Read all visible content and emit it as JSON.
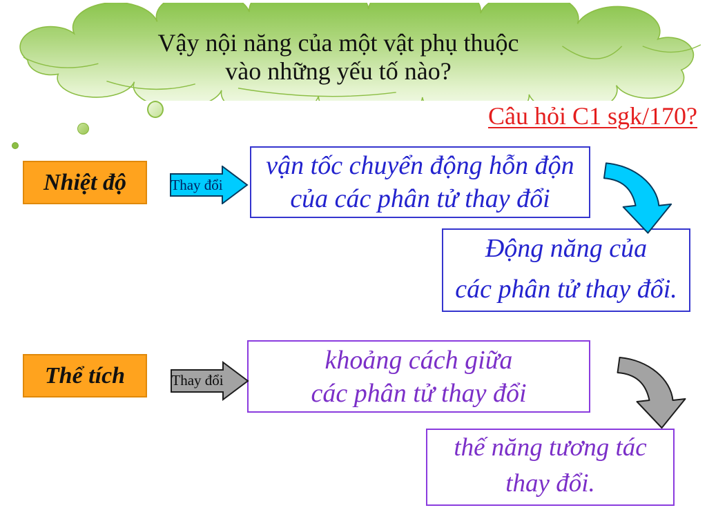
{
  "colors": {
    "orange": "#ffa31e",
    "orange-border": "#e0890a",
    "cyan": "#00ccff",
    "cyan-stroke": "#063a5e",
    "cyan-label": "#002060",
    "gray": "#a3a3a3",
    "gray-stroke": "#1c1c1c",
    "blue": "#2323ce",
    "blue-border": "#3434ce",
    "purple": "#7b2fc8",
    "purple-border": "#8a3bde",
    "red": "#e41e1e",
    "cloud-green": "#79bc34",
    "cloud-stroke": "#8cbe45"
  },
  "cloud": {
    "line1": "Vậy nội năng của một vật phụ thuộc",
    "line2": "vào những yếu tố nào?"
  },
  "reference": "Câu hỏi C1 sgk/170?",
  "temperature": {
    "factor": "Nhiệt độ",
    "arrow_label": "Thay đổi",
    "effect": [
      "vận tốc chuyển động hỗn độn",
      "của các phân tử thay đổi"
    ],
    "result": [
      "Động năng của",
      "các phân tử thay đổi."
    ]
  },
  "volume": {
    "factor": "Thể tích",
    "arrow_label": "Thay đổi",
    "effect": [
      "khoảng cách giữa",
      "các phân tử thay đổi"
    ],
    "result": [
      "thế năng tương tác",
      "thay đổi."
    ]
  }
}
